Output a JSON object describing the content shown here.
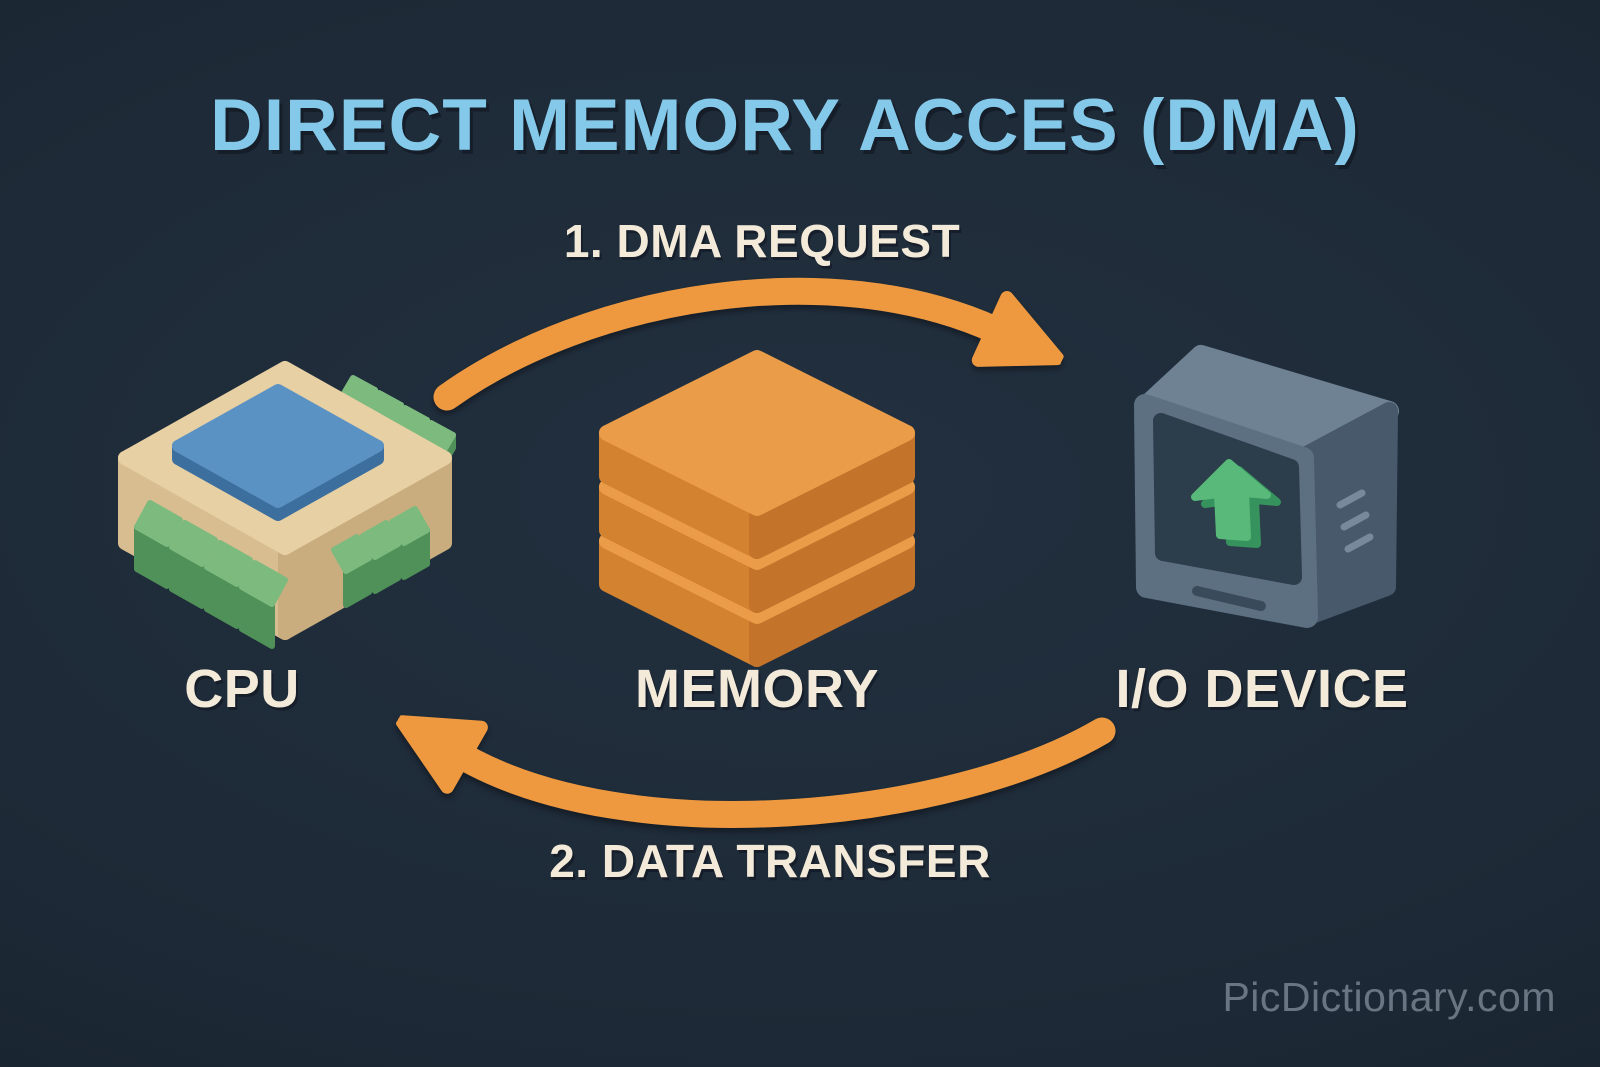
{
  "title": "DIRECT MEMORY ACCES (DMA)",
  "steps": [
    {
      "label": "1. DMA REQUEST"
    },
    {
      "label": "2. DATA TRANSFER"
    }
  ],
  "nodes": [
    {
      "id": "cpu",
      "label": "CPU",
      "icon": "cpu-chip-icon"
    },
    {
      "id": "memory",
      "label": "MEMORY",
      "icon": "memory-stack-icon"
    },
    {
      "id": "io",
      "label": "I/O DEVICE",
      "icon": "io-device-icon"
    }
  ],
  "watermark": "PicDictionary.com",
  "colors": {
    "bg-center": "#22303f",
    "bg-mid": "#1d2936",
    "bg-edge": "#141d28",
    "title-blue": "#85c9ea",
    "cream": "#f3ead9",
    "arrow-orange": "#ee9940",
    "mem-top": "#ea9c49",
    "mem-left": "#d3822f",
    "mem-right": "#c3732a",
    "chip-top": "#e7d0a4",
    "chip-left": "#d8bd90",
    "chip-right": "#c9ad7e",
    "die-top": "#5b92c4",
    "die-side": "#3d6f9e",
    "pin-top": "#7cba7e",
    "pin-front": "#4f9158",
    "dev-top": "#6e8294",
    "dev-front": "#5d7082",
    "dev-side": "#47596b",
    "screen": "#2c3d4b",
    "slot": "#394a5a",
    "vent": "#78899c",
    "ua-face": "#58b97a",
    "ua-side": "#37935d",
    "watermark": "#6a7583"
  }
}
